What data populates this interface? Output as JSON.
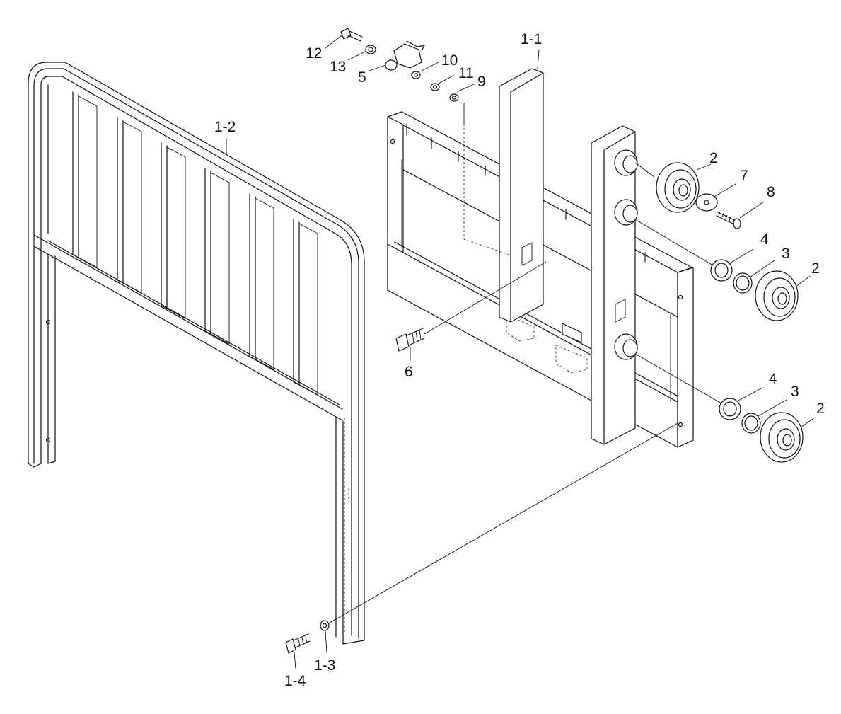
{
  "labels": {
    "p1_1": "1-1",
    "p1_2": "1-2",
    "p1_3": "1-3",
    "p1_4": "1-4",
    "p2a": "2",
    "p2b": "2",
    "p2c": "2",
    "p3a": "3",
    "p3b": "3",
    "p4a": "4",
    "p4b": "4",
    "p5": "5",
    "p6": "6",
    "p7": "7",
    "p8": "8",
    "p9": "9",
    "p10": "10",
    "p11": "11",
    "p12": "12",
    "p13": "13"
  }
}
